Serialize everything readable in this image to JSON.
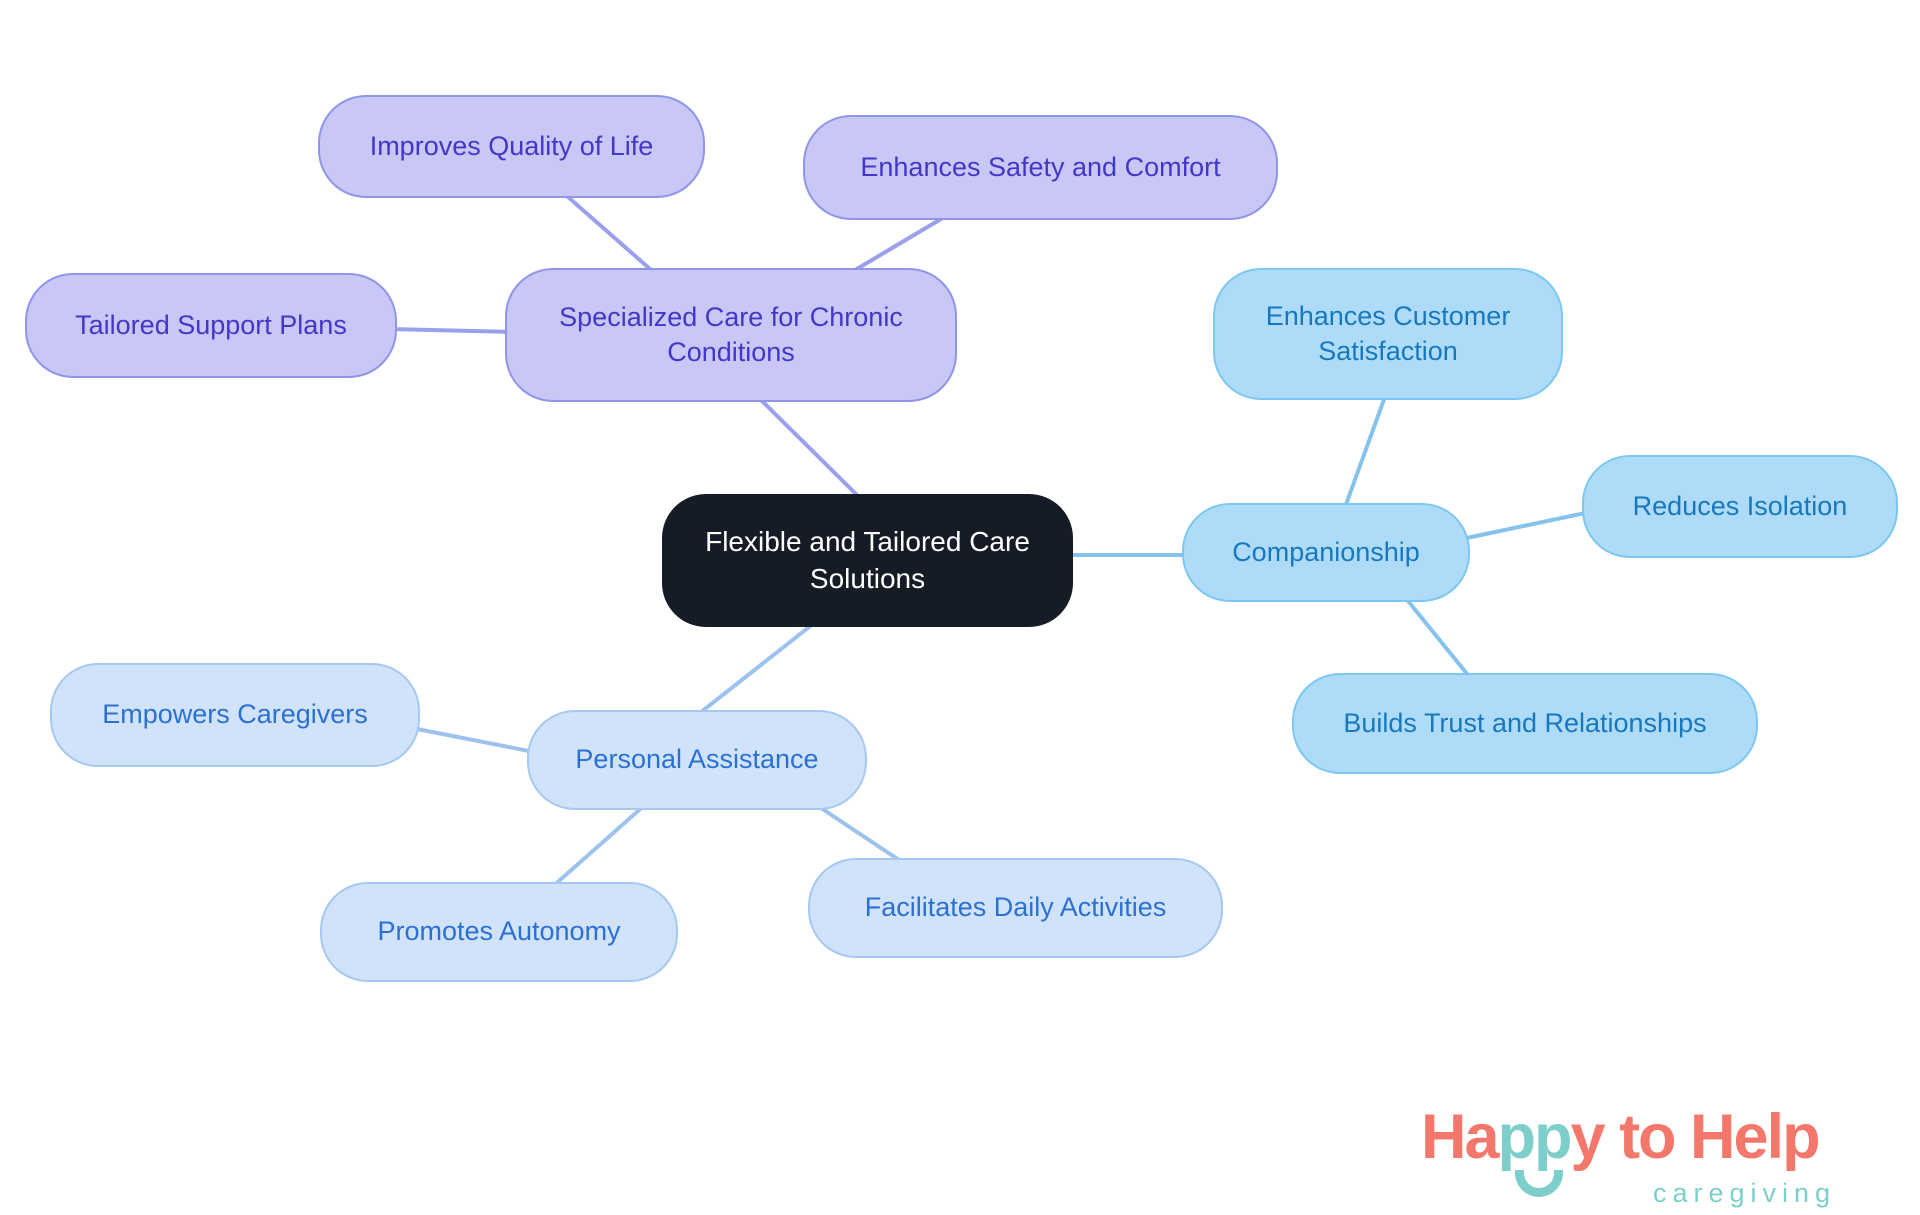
{
  "canvas": {
    "background": "#ffffff"
  },
  "palette": {
    "central_fill": "#161c26",
    "central_text": "#ffffff",
    "purple_fill": "#c8c7f6",
    "purple_border": "#9095e9",
    "purple_text": "#4238c8",
    "purple_edge": "#9aa0ec",
    "sky_fill": "#aedcf8",
    "sky_border": "#7ec7f0",
    "sky_text": "#1878bd",
    "sky_edge": "#85c2ec",
    "periwinkle_fill": "#d0e3fa",
    "periwinkle_border": "#a6c8f1",
    "periwinkle_text": "#2b70d2",
    "periwinkle_edge": "#9cc2ed"
  },
  "nodes": {
    "central": {
      "label": "Flexible and Tailored Care Solutions"
    },
    "specialized": {
      "label": "Specialized Care for Chronic Conditions"
    },
    "improves": {
      "label": "Improves Quality of Life"
    },
    "safety": {
      "label": "Enhances Safety and Comfort"
    },
    "tailored": {
      "label": "Tailored Support Plans"
    },
    "companionship": {
      "label": "Companionship"
    },
    "customer": {
      "label": "Enhances Customer Satisfaction"
    },
    "isolation": {
      "label": "Reduces Isolation"
    },
    "trust": {
      "label": "Builds Trust and Relationships"
    },
    "personal": {
      "label": "Personal Assistance"
    },
    "empowers": {
      "label": "Empowers Caregivers"
    },
    "promotes": {
      "label": "Promotes Autonomy"
    },
    "facilitates": {
      "label": "Facilitates Daily Activities"
    }
  },
  "logo": {
    "part1": "Ha",
    "part2": "pp",
    "part3": "y",
    "part4": " to Help",
    "tagline": "caregiving",
    "coral": "#f4776b",
    "teal": "#7ecfcb"
  }
}
